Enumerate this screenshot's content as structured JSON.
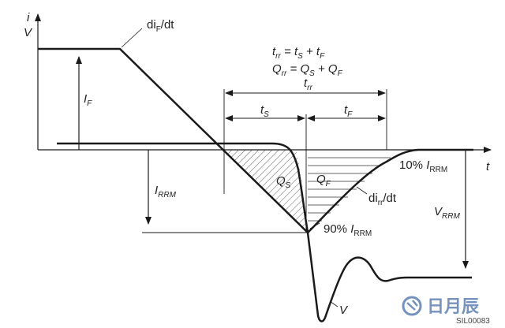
{
  "axes": {
    "y_label_i": "i",
    "y_label_v": "V",
    "x_label": "t"
  },
  "labels": {
    "dif_dt": {
      "pre": "di",
      "sub": "F",
      "post": "/dt"
    },
    "formula_trr": {
      "a": "t",
      "a_sub": "rr",
      "eq": " = ",
      "b": "t",
      "b_sub": "S",
      "plus": " + ",
      "c": "t",
      "c_sub": "F"
    },
    "formula_qrr": {
      "a": "Q",
      "a_sub": "rr",
      "eq": " = ",
      "b": "Q",
      "b_sub": "S",
      "plus": " + ",
      "c": "Q",
      "c_sub": "F"
    },
    "trr": {
      "main": "t",
      "sub": "rr"
    },
    "ts": {
      "main": "t",
      "sub": "S"
    },
    "tf": {
      "main": "t",
      "sub": "F"
    },
    "if": {
      "main": "I",
      "sub": "F"
    },
    "irrm": {
      "main": "I",
      "sub": "RRM"
    },
    "qs": {
      "main": "Q",
      "sub": "S"
    },
    "qf": {
      "main": "Q",
      "sub": "F"
    },
    "pct10": {
      "pre": "10% ",
      "main": "I",
      "sub": "RRM"
    },
    "pct90": {
      "pre": "90% ",
      "main": "I",
      "sub": "RRM"
    },
    "dirr_dt": {
      "pre": "di",
      "sub": "rr",
      "post": "/dt"
    },
    "vrrm": {
      "main": "V",
      "sub": "RRM"
    },
    "v": "V"
  },
  "figure_id": "SIL00083",
  "watermark": "日月辰",
  "colors": {
    "line": "#1a1a1a",
    "watermark": "#5b7fb5"
  }
}
